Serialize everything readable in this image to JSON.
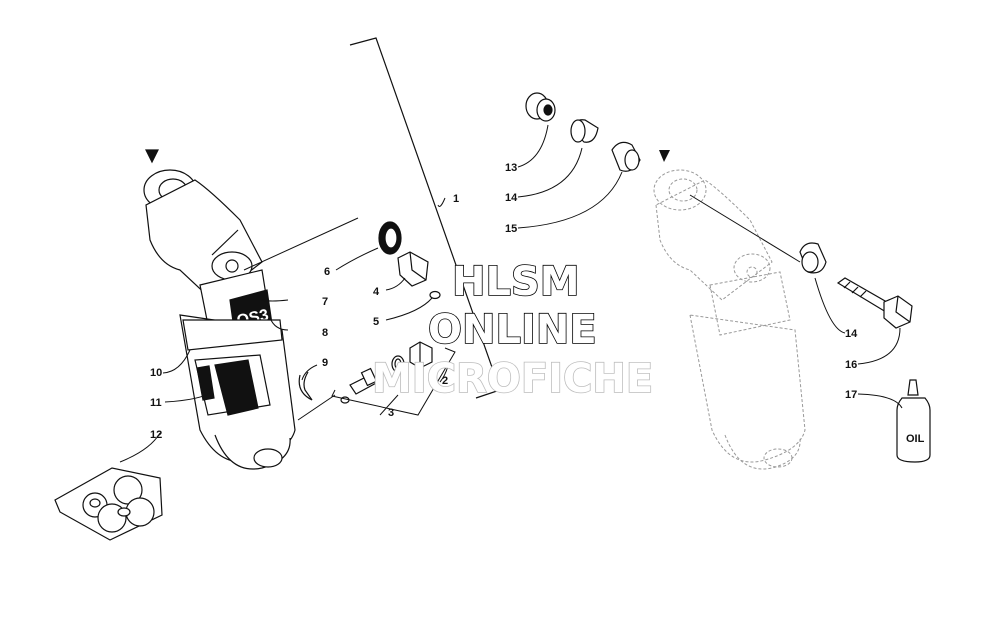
{
  "callouts": {
    "c1": "1",
    "c2": "2",
    "c3": "3",
    "c4": "4",
    "c5": "5",
    "c6": "6",
    "c7": "7",
    "c8": "8",
    "c9": "9",
    "c10": "10",
    "c11": "11",
    "c12": "12",
    "c13": "13",
    "c14a": "14",
    "c15": "15",
    "c14b": "14",
    "c16": "16",
    "c17": "17"
  },
  "bottle_label": "OIL",
  "watermark": {
    "line1": "HLSM",
    "line2": "ONLINE",
    "line3": "MICROFICHE"
  },
  "colors": {
    "ink": "#111111",
    "ghost": "#9a9a9a",
    "decal_black": "#111111"
  }
}
